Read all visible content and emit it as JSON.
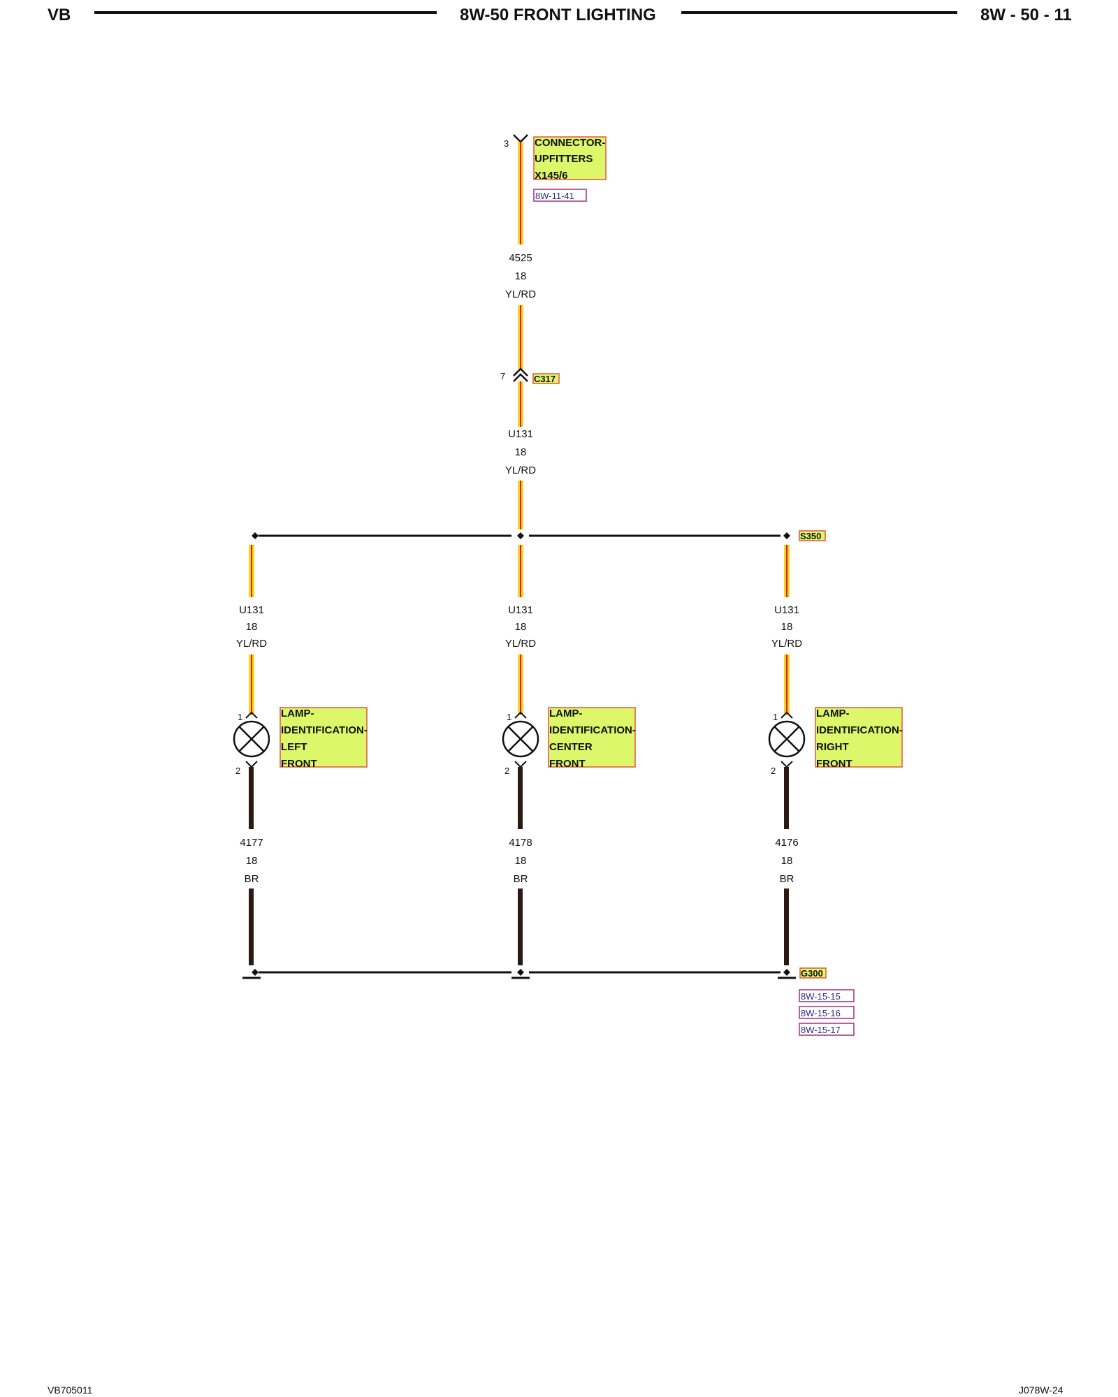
{
  "header": {
    "left": "VB",
    "title": "8W-50 FRONT LIGHTING",
    "right": "8W - 50 - 11"
  },
  "footer": {
    "left": "VB705011",
    "right": "J078W-24"
  },
  "colors": {
    "highlight_fill": "#ddf76a",
    "highlight_border": "#e8543a",
    "ref_border": "#a0307a",
    "wire_yellow": "#f2d51f",
    "wire_red": "#e21b1b",
    "wire_brown": "#2b1a12",
    "bus": "#111111"
  },
  "connector": {
    "pin": "3",
    "label_lines": [
      "CONNECTOR-",
      "UPFITTERS",
      "X145/6"
    ],
    "ref": "8W-11-41"
  },
  "wire_top": {
    "circuit": "4525",
    "gauge": "18",
    "color": "YL/RD"
  },
  "c317": {
    "pin": "7",
    "label": "C317"
  },
  "wire_mid": {
    "circuit": "U131",
    "gauge": "18",
    "color": "YL/RD"
  },
  "splice": {
    "label": "S350"
  },
  "lamps": [
    {
      "wire_in": {
        "circuit": "U131",
        "gauge": "18",
        "color": "YL/RD"
      },
      "pin_top": "1",
      "pin_bottom": "2",
      "label_lines": [
        "LAMP-",
        "IDENTIFICATION-",
        "LEFT",
        "FRONT"
      ],
      "wire_out": {
        "circuit": "4177",
        "gauge": "18",
        "color": "BR"
      }
    },
    {
      "wire_in": {
        "circuit": "U131",
        "gauge": "18",
        "color": "YL/RD"
      },
      "pin_top": "1",
      "pin_bottom": "2",
      "label_lines": [
        "LAMP-",
        "IDENTIFICATION-",
        "CENTER",
        "FRONT"
      ],
      "wire_out": {
        "circuit": "4178",
        "gauge": "18",
        "color": "BR"
      }
    },
    {
      "wire_in": {
        "circuit": "U131",
        "gauge": "18",
        "color": "YL/RD"
      },
      "pin_top": "1",
      "pin_bottom": "2",
      "label_lines": [
        "LAMP-",
        "IDENTIFICATION-",
        "RIGHT",
        "FRONT"
      ],
      "wire_out": {
        "circuit": "4176",
        "gauge": "18",
        "color": "BR"
      }
    }
  ],
  "ground": {
    "label": "G300",
    "refs": [
      "8W-15-15",
      "8W-15-16",
      "8W-15-17"
    ]
  }
}
